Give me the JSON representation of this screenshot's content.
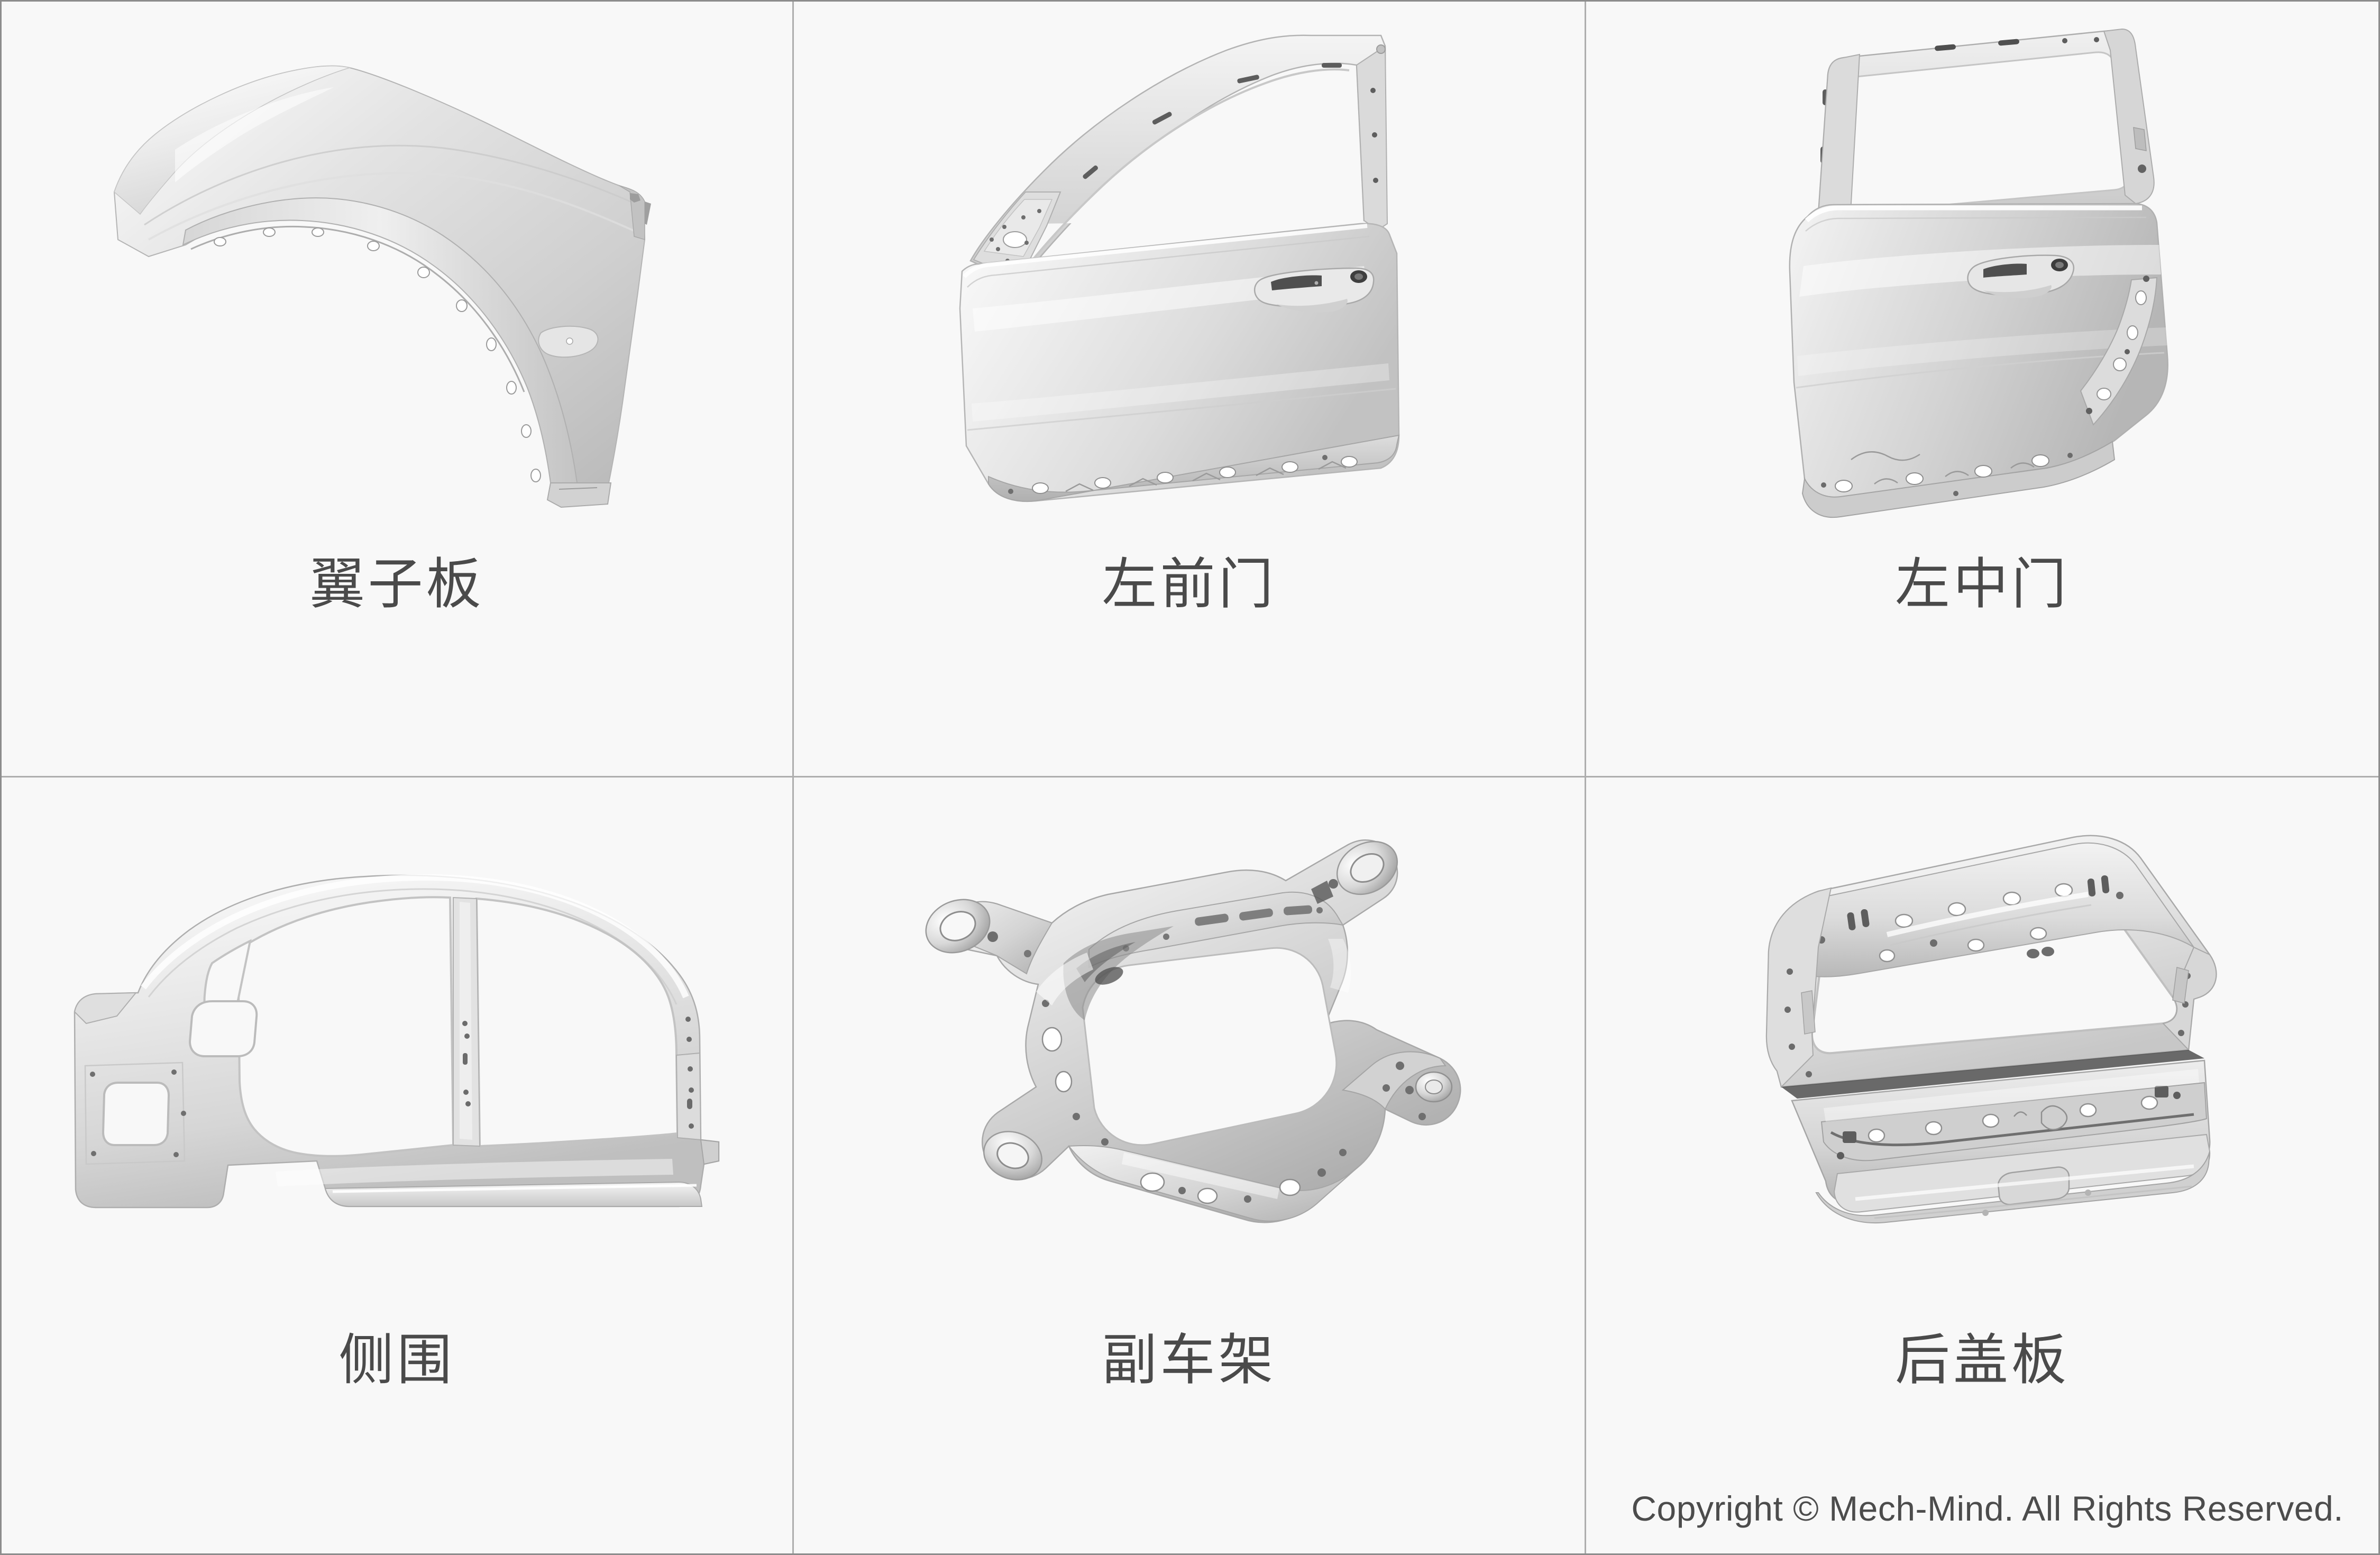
{
  "layout": {
    "columns": 3,
    "rows": 2,
    "background_color": "#f8f8f8",
    "grid_line_color": "#aeaeae",
    "outer_border_color": "#8d8d8d",
    "label_color": "#4a4a4a"
  },
  "gallery": {
    "items": [
      {
        "id": "fender",
        "label": "翼子板",
        "icon": "car-fender-panel-icon"
      },
      {
        "id": "left-front-door",
        "label": "左前门",
        "icon": "car-front-door-icon"
      },
      {
        "id": "left-middle-door",
        "label": "左中门",
        "icon": "car-rear-door-icon"
      },
      {
        "id": "side-panel",
        "label": "侧围",
        "icon": "car-body-side-panel-icon"
      },
      {
        "id": "subframe",
        "label": "副车架",
        "icon": "car-subframe-icon"
      },
      {
        "id": "tailgate-panel",
        "label": "后盖板",
        "icon": "car-tailgate-panel-icon"
      }
    ]
  },
  "footer": {
    "copyright": "Copyright © Mech-Mind. All Rights Reserved."
  }
}
